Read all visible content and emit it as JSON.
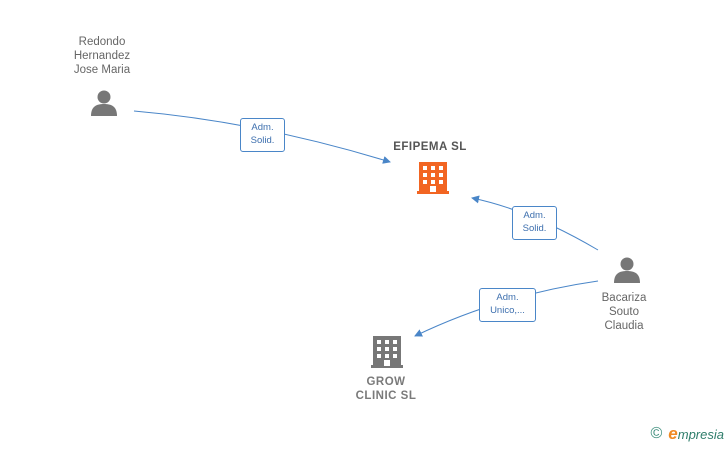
{
  "nodes": {
    "person1": {
      "lines": [
        "Redondo",
        "Hernandez",
        "Jose Maria"
      ]
    },
    "person2": {
      "lines": [
        "Bacariza",
        "Souto",
        "Claudia"
      ]
    },
    "company_main": {
      "name": "EFIPEMA  SL",
      "color": "#f26522"
    },
    "company_other": {
      "lines": [
        "GROW",
        "CLINIC  SL"
      ],
      "color": "#777777"
    }
  },
  "edges": [
    {
      "from": "person1",
      "to": "company_main",
      "label_lines": [
        "Adm.",
        "Solid."
      ]
    },
    {
      "from": "person2",
      "to": "company_main",
      "label_lines": [
        "Adm.",
        "Solid."
      ]
    },
    {
      "from": "person2",
      "to": "company_other",
      "label_lines": [
        "Adm.",
        "Unico,..."
      ]
    }
  ],
  "colors": {
    "edge": "#4a86c8",
    "person_icon": "#777777"
  },
  "footer": {
    "copyright_symbol": "©",
    "brand_e": "e",
    "brand_rest": "mpresia"
  }
}
